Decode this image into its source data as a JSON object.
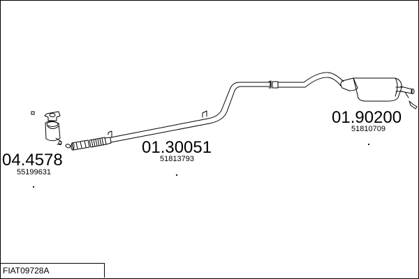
{
  "parts": [
    {
      "part_number": "04.4578",
      "oem_number": "55199631"
    },
    {
      "part_number": "01.30051",
      "oem_number": "51813793"
    },
    {
      "part_number": "01.90200",
      "oem_number": "51810709"
    }
  ],
  "diagram_code": "FIAT09728A"
}
